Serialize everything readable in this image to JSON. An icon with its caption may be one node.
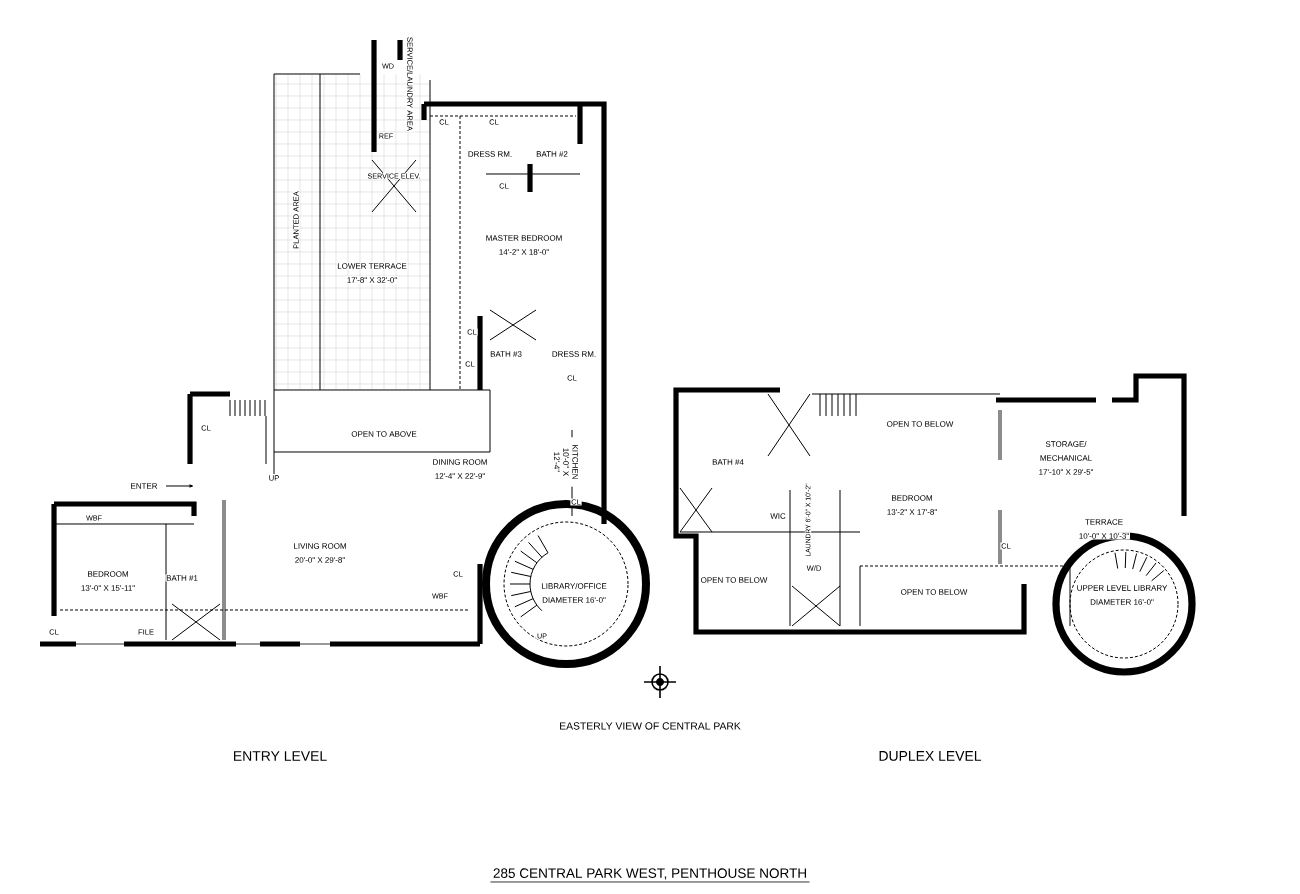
{
  "diagram": {
    "caption": "285 CENTRAL PARK WEST, PENTHOUSE NORTH",
    "labels": [
      "WD",
      "SERVICE/LAUNDRY AREA",
      "REF",
      "SERVICE ELEV.",
      "CL",
      "CL",
      "DRESS RM.",
      "BATH #2",
      "CL",
      "MASTER BEDROOM",
      "14'-2\" X 18'-0\"",
      "PLANTED AREA",
      "LOWER TERRACE",
      "17'-8\" X 32'-0\"",
      "CL",
      "CL",
      "BATH #3",
      "DRESS RM.",
      "CL",
      "OPEN TO ABOVE",
      "KITCHEN 10'-0\" X 12'-4\"",
      "DINING ROOM",
      "12'-4\" X 22'-9\"",
      "CL",
      "CL",
      "ENTER",
      "UP",
      "WBF",
      "BEDROOM",
      "13'-0\" X 15'-11\"",
      "BATH #1",
      "LIVING ROOM",
      "20'-0\" X 29'-8\"",
      "CL",
      "FILE",
      "CL",
      "WBF",
      "LIBRARY/OFFICE",
      "DIAMETER 16'-0\"",
      "UP",
      "EASTERLY VIEW OF CENTRAL PARK",
      "ENTRY LEVEL",
      "OPEN TO BELOW",
      "STORAGE/",
      "MECHANICAL",
      "17'-10\" X 29'-5\"",
      "BATH #4",
      "BEDROOM",
      "13'-2\" X 17'-8\"",
      "WIC",
      "LAUNDRY 6'-0\" X 10'-2\"",
      "CL",
      "TERRACE",
      "10'-0\" X 10'-3\"",
      "W/D",
      "OPEN TO BELOW",
      "OPEN TO BELOW",
      "UPPER LEVEL LIBRARY",
      "DIAMETER 16'-0\"",
      "DUPLEX LEVEL"
    ]
  }
}
